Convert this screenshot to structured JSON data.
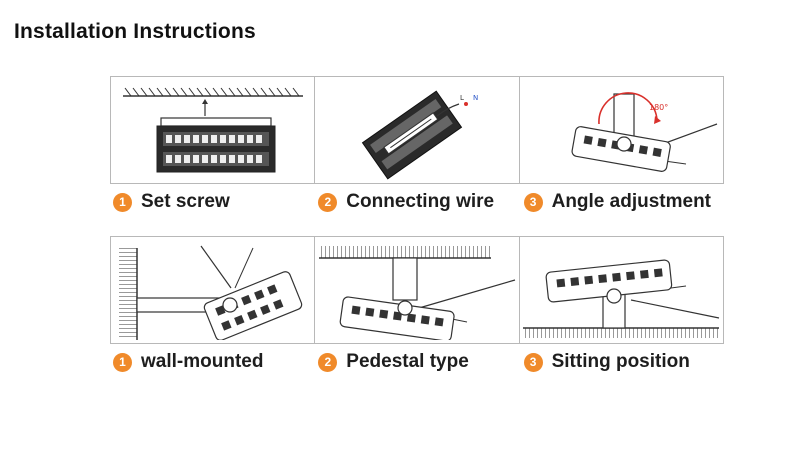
{
  "page": {
    "title": "Installation Instructions"
  },
  "panels_top": [
    {
      "number": "1",
      "label": "Set screw",
      "icon": "ceiling-bracket-illustration"
    },
    {
      "number": "2",
      "label": "Connecting wire",
      "icon": "wiring-illustration"
    },
    {
      "number": "3",
      "label": "Angle adjustment",
      "icon": "angle-adjust-illustration"
    }
  ],
  "panels_bottom": [
    {
      "number": "1",
      "label": "wall-mounted",
      "icon": "wall-mount-illustration"
    },
    {
      "number": "2",
      "label": "Pedestal type",
      "icon": "pedestal-illustration"
    },
    {
      "number": "3",
      "label": "Sitting position",
      "icon": "sitting-illustration"
    }
  ],
  "illustration_text": {
    "angle": "180°",
    "wire_labels": [
      "L",
      "N"
    ]
  },
  "colors": {
    "accent": "#f08a2a",
    "line": "#333333",
    "border": "#b8b8b8",
    "protractor": "#d9302b"
  }
}
